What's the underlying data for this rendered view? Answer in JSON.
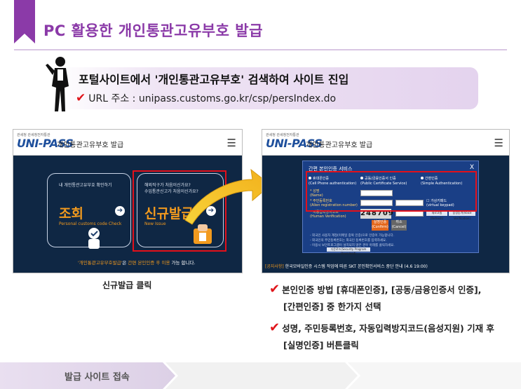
{
  "page": {
    "title": "PC 활용한 개인통관고유부호 발급"
  },
  "banner": {
    "main": "포털사이트에서 '개인통관고유부호' 검색하여 사이트 진입",
    "url": "URL 주소 : unipass.customs.go.kr/csp/persIndex.do"
  },
  "shot1": {
    "logo_small": "관세청 관세청전자통관",
    "logo": "UNI-PASS",
    "header_title": "개인통관고유부호 발급",
    "card_left": {
      "question": "내 개인통관고유부호 확인하기",
      "big": "조회",
      "en": "Personal customs code Check"
    },
    "card_right": {
      "question_1": "해외직구가 처음이신가요?",
      "question_2": "수입통관신고가 처음이신가요?",
      "big": "신규발급",
      "en": "New Issue"
    },
    "footer_em": "'개인통관고유부호발급'",
    "footer_mid": "은 ",
    "footer_em2": "간편 본인인증 후 이용",
    "footer_end": " 가능 합니다."
  },
  "shot2": {
    "logo_small": "관세청 관세청전자통관",
    "logo": "UNI-PASS",
    "header_title": "개인통관고유부호 발급",
    "modal": {
      "title": "간편 본인인증 서비스",
      "close": "X",
      "options": [
        {
          "ko": "휴대폰인증",
          "en": "(Cell Phone authentication)"
        },
        {
          "ko": "공동/금융인증서 인증",
          "en": "(Public Certificate Service)"
        },
        {
          "ko": "간편인증",
          "en": "(Simple Authentication)"
        }
      ],
      "fields": [
        {
          "ko": "* 성명",
          "en": "(Name)"
        },
        {
          "ko": "* 주민등록번호",
          "en": "(Alien registration number)"
        },
        {
          "ko": "* 자동입력방지코드",
          "en": "(Human Verification)"
        }
      ],
      "keypad_label": "가상키패드",
      "keypad_en": "(virtual keypad)",
      "captcha": "248709",
      "btn_confirm": "실명인증",
      "btn_confirm_en": "(Confirm)",
      "btn_cancel": "취소",
      "btn_cancel_en": "(Cancel)",
      "btn_refresh": "새로고침(Refresh)",
      "btn_voice": "음성듣기(Voice Verification)",
      "btn_download": "다운로드(Security Program Download)",
      "notes": [
        "- 외국인 사용자 계정(이메일 중복 인증)으로 인증이 가능합니다.",
        "- 외국인의 주민등록번호는 외국인 등록번호를 입력하세요.",
        "- 이용시 보안프로그램이 설치되지 않은 경우 아래를 클릭하세요."
      ]
    },
    "footer_em": "[공지사항]",
    "footer_text": " 한국모바일인증 시스템 작업에 따른 SKT 본인확인서비스 중단 안내 (4.6 19:00)"
  },
  "caption1": "신규발급  클릭",
  "bullets": [
    {
      "line1": "본인인증 방법 [휴대폰인증], [공동/금융인증서 인증],",
      "line2": "[간편인증] 중 한가지 선택"
    },
    {
      "line1": "성명, 주민등록번호, 자동입력방지코드(음성지원) 기재 후",
      "line2": "[실명인증] 버튼클릭"
    }
  ],
  "step_bar": {
    "label": "발급 사이트 접속"
  },
  "colors": {
    "title": "#8b3aa8",
    "accent_red": "#e3101a",
    "navy": "#0f2744",
    "orange": "#f29a1e"
  }
}
